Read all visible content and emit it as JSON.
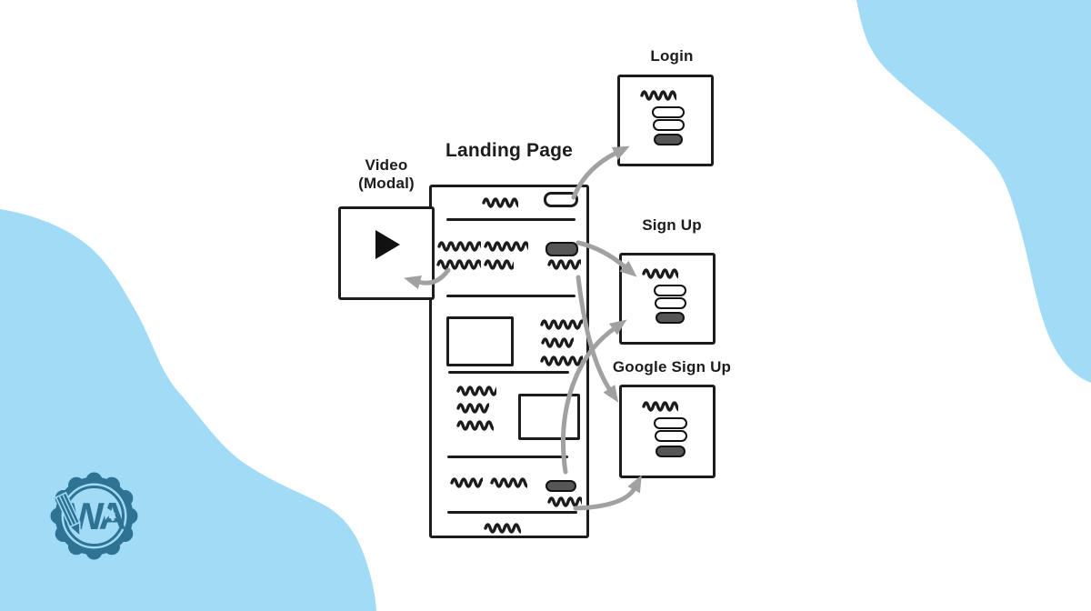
{
  "colors": {
    "background": "#FFFFFF",
    "blob": "#A2DBF6",
    "badge": "#2E7294",
    "ink": "#1C1C1C",
    "arrow": "#A1A1A1",
    "dark_button": "#565656"
  },
  "logo": {
    "badge_letters": "WA"
  },
  "icons": {
    "play": "triangle-right",
    "pencil": "pencil-glyph",
    "cursor": "mouse-pointer"
  },
  "diagram": {
    "landing_page": {
      "title": "Landing Page"
    },
    "video_modal": {
      "label_line1": "Video",
      "label_line2": "(Modal)"
    },
    "login": {
      "title": "Login"
    },
    "sign_up": {
      "title": "Sign Up"
    },
    "google_sign_up": {
      "title": "Google Sign Up"
    }
  }
}
